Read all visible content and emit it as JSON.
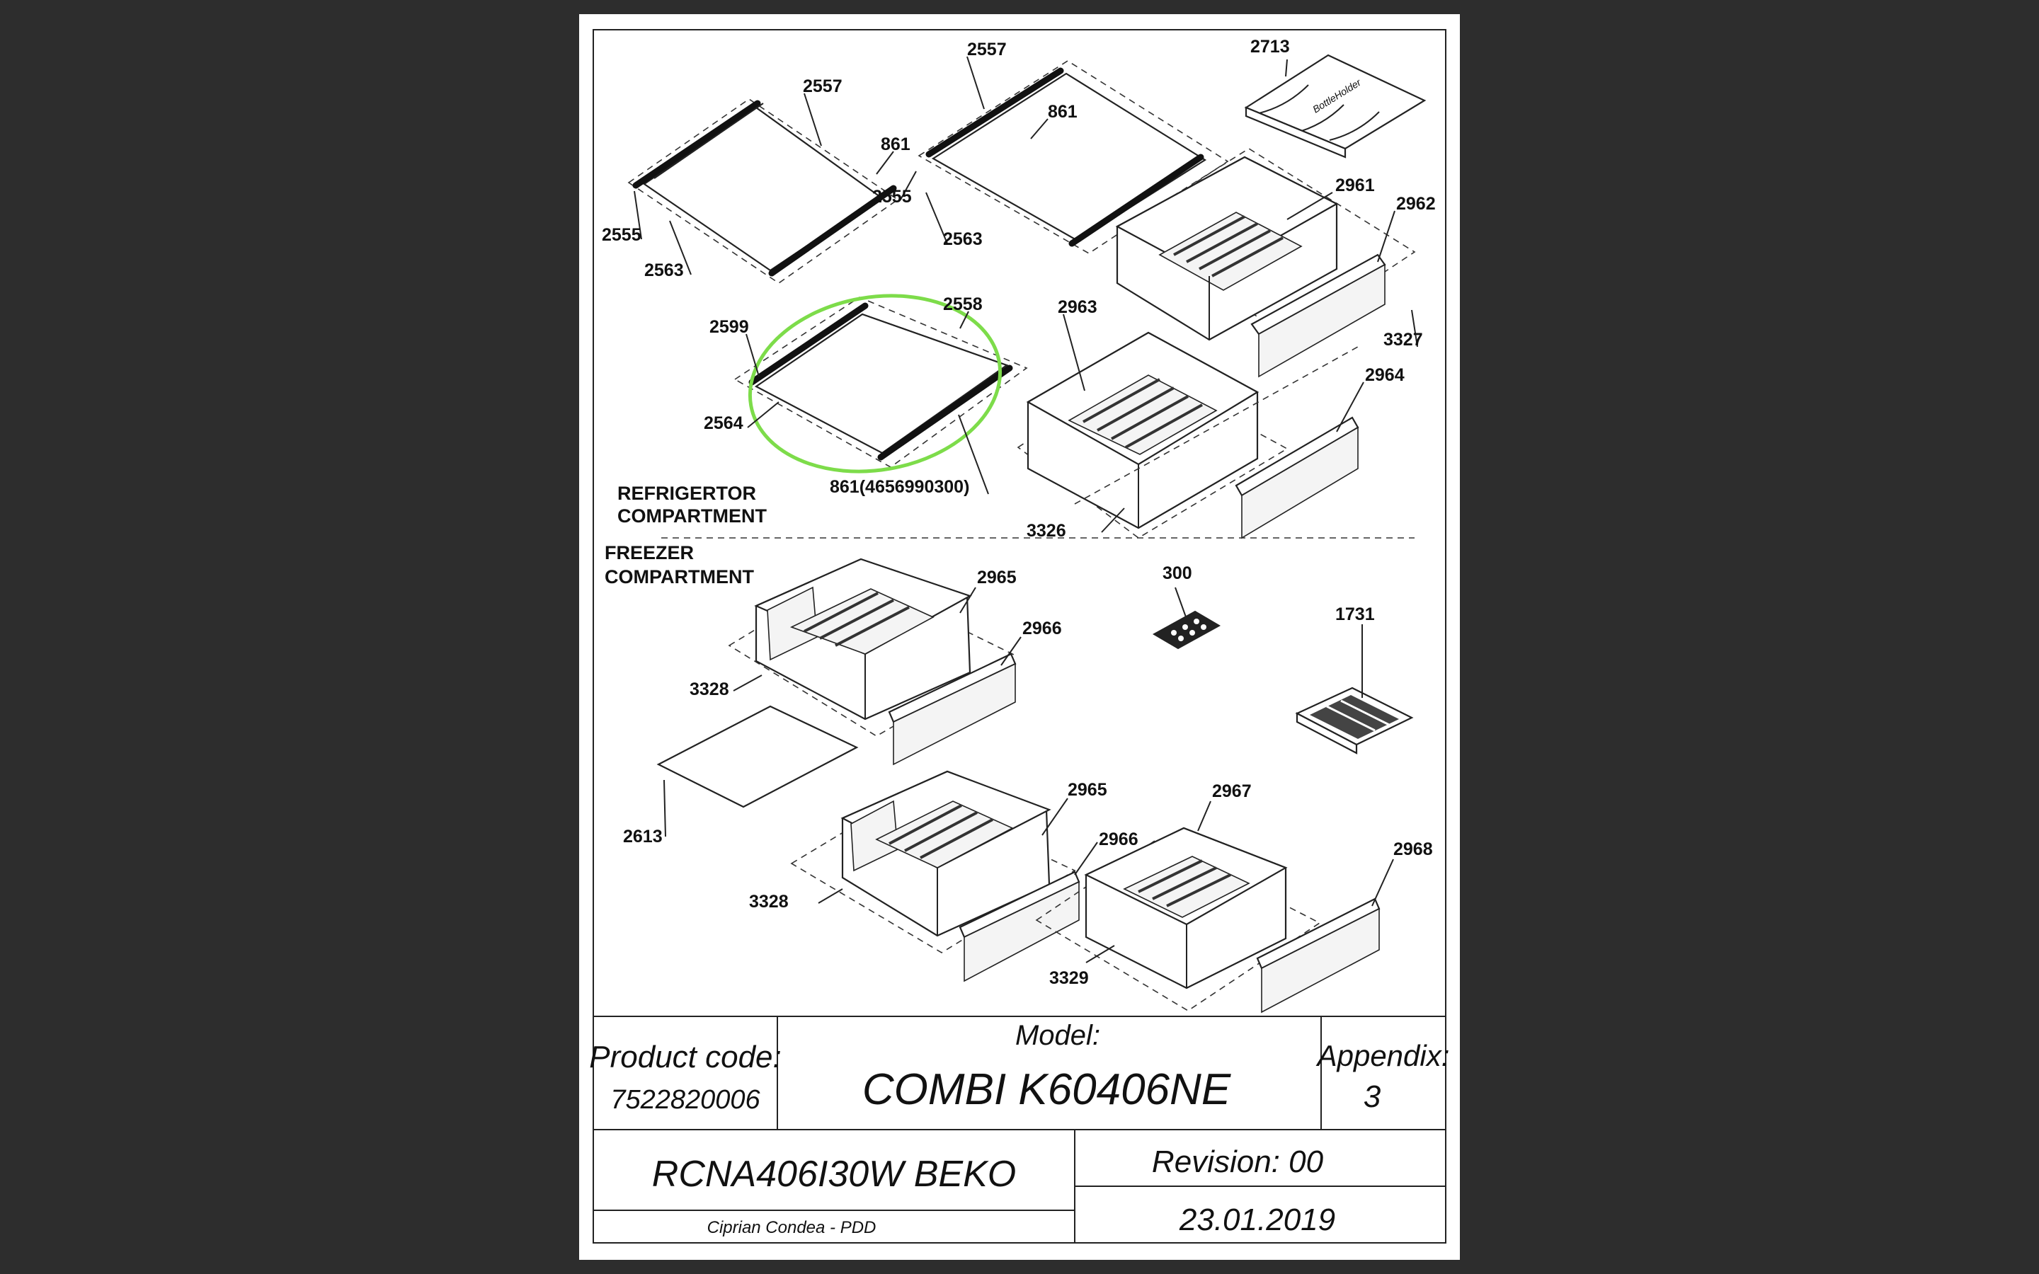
{
  "parts": {
    "p2557a": "2557",
    "p861a": "861",
    "p2555a": "2555",
    "p2555b": "2555",
    "p2563a": "2563",
    "p2557b": "2557",
    "p861b": "861",
    "p2563b": "2563",
    "p2713": "2713",
    "p2961": "2961",
    "p2962": "2962",
    "p3327": "3327",
    "p2599": "2599",
    "p2558": "2558",
    "p2564": "2564",
    "p861c": "861(4656990300)",
    "p2963": "2963",
    "p2964": "2964",
    "p3326": "3326",
    "p2965a": "2965",
    "p2966a": "2966",
    "p3328a": "3328",
    "p2613": "2613",
    "p300": "300",
    "p1731": "1731",
    "p2965b": "2965",
    "p2966b": "2966",
    "p3328b": "3328",
    "p2967": "2967",
    "p2968": "2968",
    "p3329": "3329"
  },
  "bottle_holder_text": "BottleHolder",
  "sections": {
    "refrigerator_line1": "REFRIGERTOR",
    "refrigerator_line2": "COMPARTMENT",
    "freezer_line1": "FREEZER",
    "freezer_line2": "COMPARTMENT"
  },
  "title_block": {
    "product_code_label": "Product code:",
    "product_code": "7522820006",
    "model_label": "Model:",
    "model": "COMBI K60406NE",
    "appendix_label": "Appendix:",
    "appendix": "3",
    "product_name": "RCNA406I30W BEKO",
    "revision": "Revision: 00",
    "author": "Ciprian Condea - PDD",
    "date": "23.01.2019"
  },
  "colors": {
    "highlight": "#7ddc4a",
    "background": "#2d2d2d",
    "sheet": "#ffffff"
  }
}
